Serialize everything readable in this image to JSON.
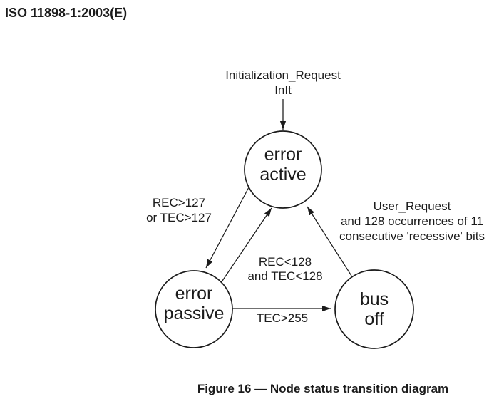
{
  "header": {
    "title": "ISO 11898-1:2003(E)"
  },
  "caption": {
    "text": "Figure 16 — Node status transition diagram"
  },
  "diagram": {
    "initial_transition": {
      "line1": "Initialization_Request",
      "line2": "InIt"
    },
    "states": {
      "error_active": {
        "line1": "error",
        "line2": "active"
      },
      "error_passive": {
        "line1": "error",
        "line2": "passive"
      },
      "bus_off": {
        "line1": "bus",
        "line2": "off"
      }
    },
    "transitions": {
      "active_to_passive": {
        "line1": "REC>127",
        "line2": "or TEC>127"
      },
      "passive_to_active": {
        "line1": "REC<128",
        "line2": "and TEC<128"
      },
      "passive_to_bus_off": {
        "line1": "TEC>255"
      },
      "bus_off_to_active": {
        "line1": "User_Request",
        "line2": "and 128 occurrences of 11",
        "line3": "consecutive 'recessive' bits"
      }
    }
  },
  "colors": {
    "ink": "#1b1b1b",
    "background": "#ffffff"
  }
}
